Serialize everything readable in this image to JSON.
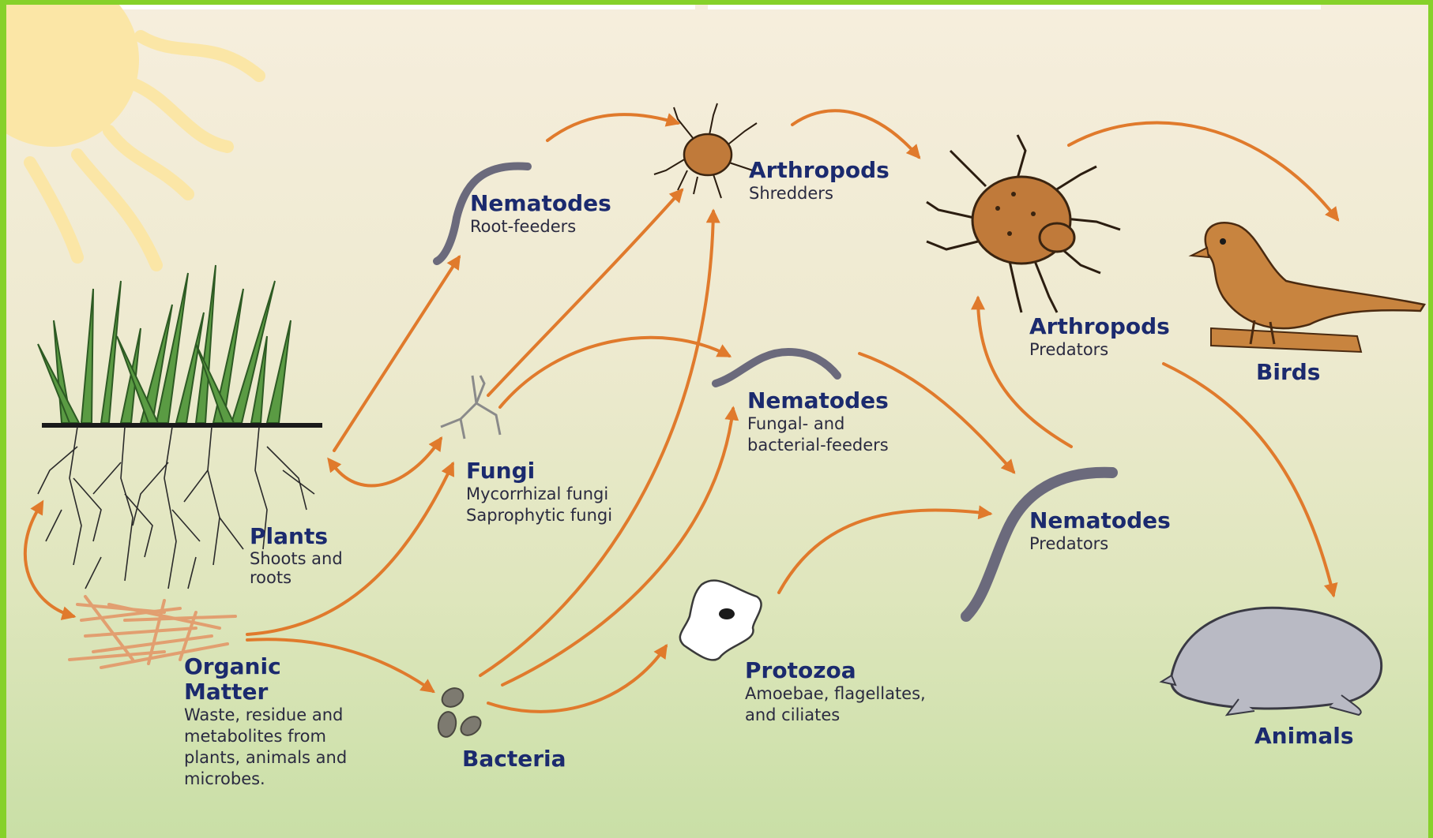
{
  "colors": {
    "arrow": "#e07a2c",
    "label": "#1b2a6e",
    "worm": "#6b6a7c",
    "sun": "#fbe6a6",
    "grass": "#4f8f3a",
    "animal_brown": "#c07a3a",
    "mole": "#b9bac4"
  },
  "nodes": {
    "nematodes_root": {
      "title": "Nematodes",
      "sub": "Root-feeders"
    },
    "arthropods_shredders": {
      "title": "Arthropods",
      "sub": "Shredders"
    },
    "arthropods_predators": {
      "title": "Arthropods",
      "sub": "Predators"
    },
    "birds": {
      "title": "Birds"
    },
    "nematodes_fungal": {
      "title": "Nematodes",
      "sub": "Fungal- and\nbacterial-feeders"
    },
    "fungi": {
      "title": "Fungi",
      "sub": "Mycorrhizal fungi\nSaprophytic fungi"
    },
    "plants": {
      "title": "Plants",
      "sub": "Shoots and\nroots"
    },
    "nematodes_predators": {
      "title": "Nematodes",
      "sub": "Predators"
    },
    "organic_matter": {
      "title": "Organic\nMatter",
      "sub": "Waste, residue and\nmetabolites from\nplants, animals and\nmicrobes."
    },
    "protozoa": {
      "title": "Protozoa",
      "sub": "Amoebae, flagellates,\nand ciliates"
    },
    "bacteria": {
      "title": "Bacteria"
    },
    "animals": {
      "title": "Animals"
    }
  }
}
